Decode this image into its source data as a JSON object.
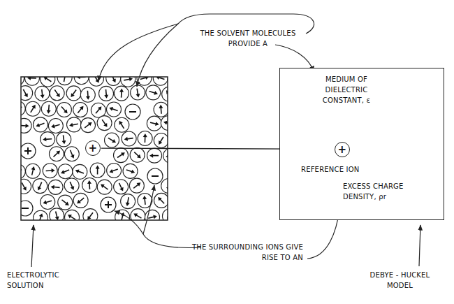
{
  "diagram": {
    "nodes": [
      {
        "text": [
          "+"
        ]
      },
      {
        "text": [
          "MEDIUM OF DIELECTRIC CONSTANT, ε",
          "REFERENCE ION",
          "EXCESS CHARGE DENSITY, ρr"
        ]
      },
      {
        "text": [
          "+"
        ],
        "in": 1
      }
    ],
    "edges": [
      {
        "from": 0,
        "to": 2,
        "arrow": "to"
      }
    ],
    "labels": [
      "THE SOLVENT MOLECULES PROVIDE A",
      "THE SURROUNDING IONS GIVE RISE TO AN",
      "ELECTROLYTIC SOLUTION",
      "DEBYE - HUCKEL MODEL"
    ]
  }
}
